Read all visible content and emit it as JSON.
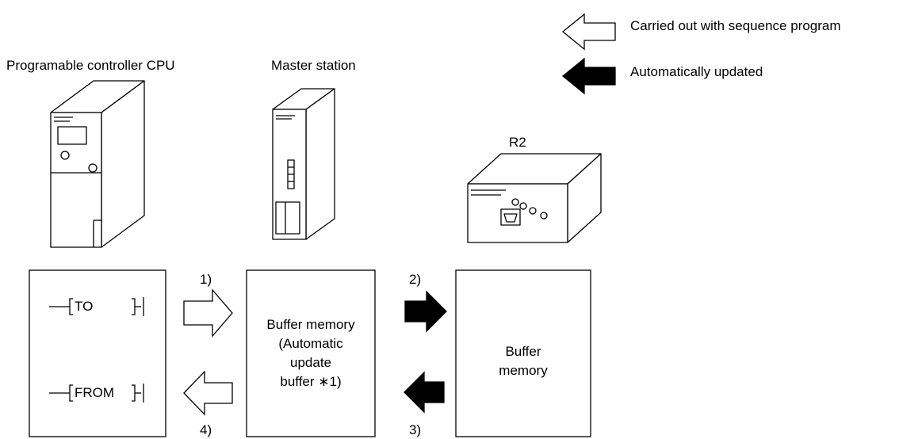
{
  "legend": {
    "sequence_label": "Carried out with sequence program",
    "auto_label": "Automatically updated"
  },
  "titles": {
    "cpu": "Programable controller CPU",
    "master": "Master station",
    "r2": "R2"
  },
  "cpu_box": {
    "instruction_to": "TO",
    "instruction_from": "FROM"
  },
  "master_box": {
    "line1": "Buffer memory",
    "line2": "(Automatic",
    "line3": "update",
    "line4": "buffer ∗1)"
  },
  "r2_box": {
    "line1": "Buffer",
    "line2": "memory"
  },
  "steps": {
    "s1": "1)",
    "s2": "2)",
    "s3": "3)",
    "s4": "4)"
  }
}
